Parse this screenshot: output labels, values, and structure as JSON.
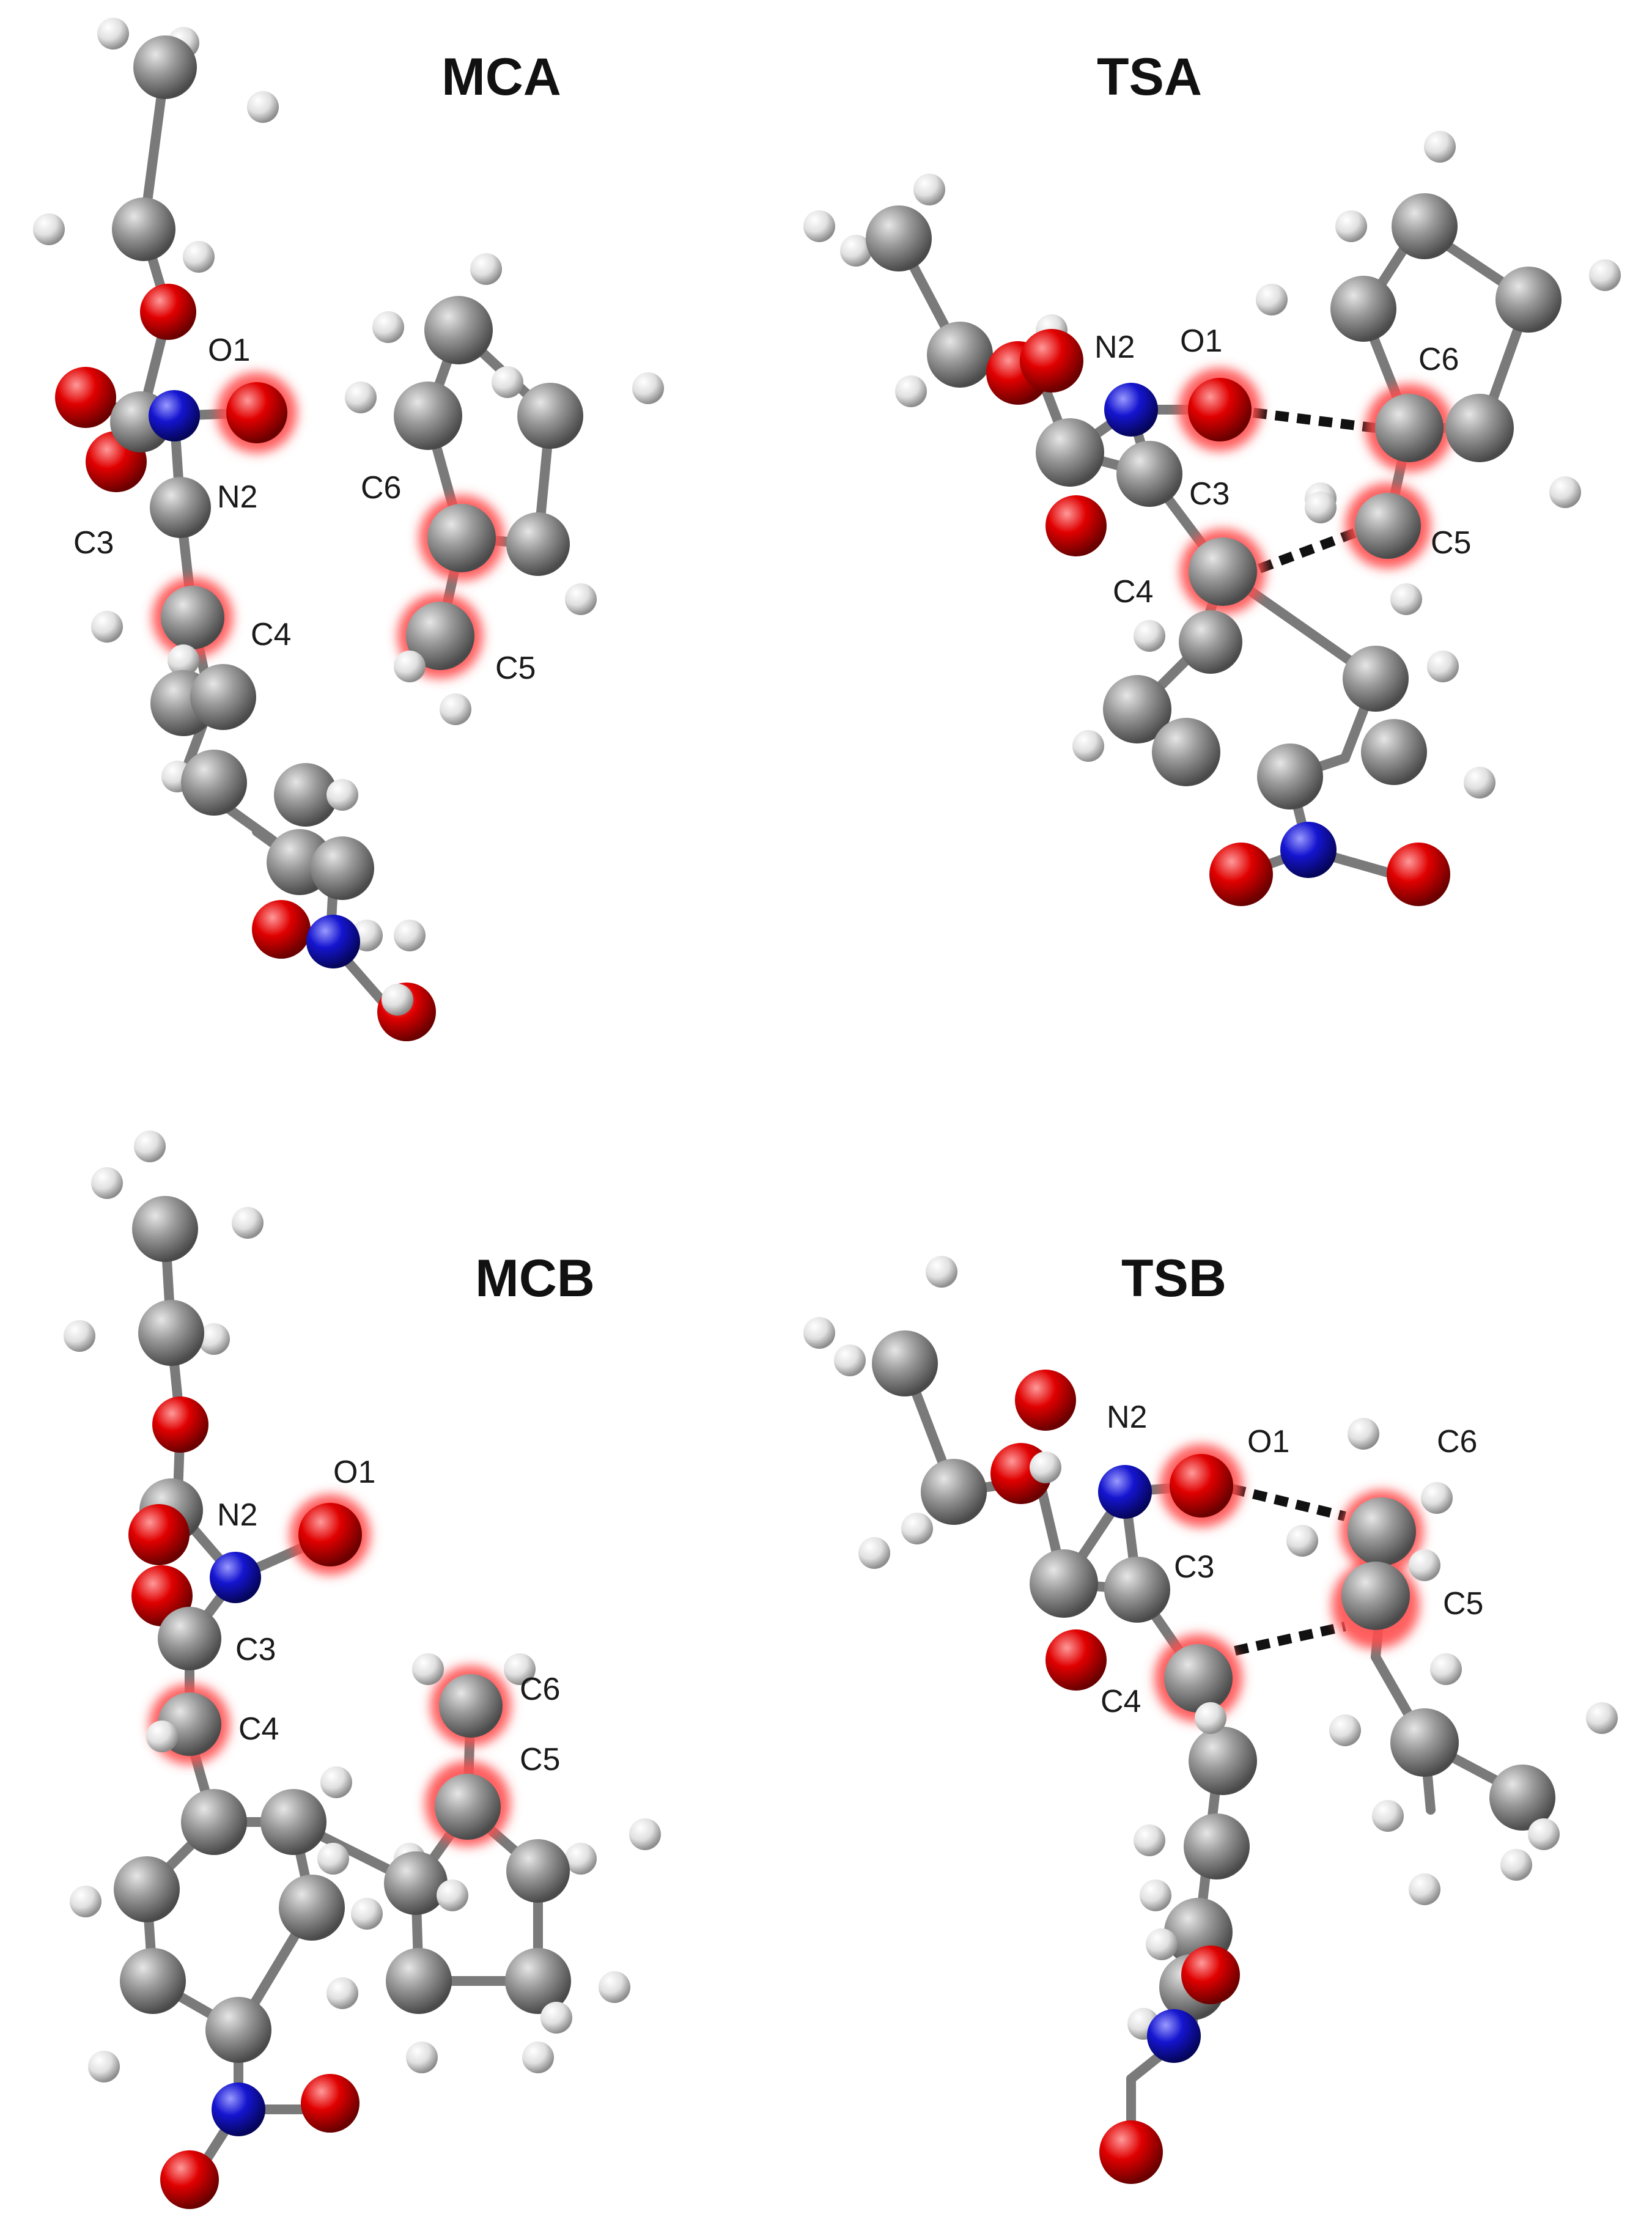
{
  "panels": [
    {
      "id": "MCA",
      "title": "MCA",
      "labels": [
        "O1",
        "N2",
        "C3",
        "C4",
        "C5",
        "C6"
      ]
    },
    {
      "id": "TSA",
      "title": "TSA",
      "labels": [
        "N2",
        "O1",
        "C6",
        "C3",
        "C5",
        "C4"
      ]
    },
    {
      "id": "MCB",
      "title": "MCB",
      "labels": [
        "O1",
        "N2",
        "C3",
        "C6",
        "C4",
        "C5"
      ]
    },
    {
      "id": "TSB",
      "title": "TSB",
      "labels": [
        "N2",
        "O1",
        "C6",
        "C3",
        "C5",
        "C4"
      ]
    }
  ],
  "colors": {
    "carbon": "#8a8a8a",
    "hydrogen": "#e8e8e8",
    "oxygen": "#dd0000",
    "nitrogen": "#1010cc",
    "highlight": "#ff4d4d",
    "bond": "#7a7a7a",
    "forming_bond": "#111111"
  }
}
